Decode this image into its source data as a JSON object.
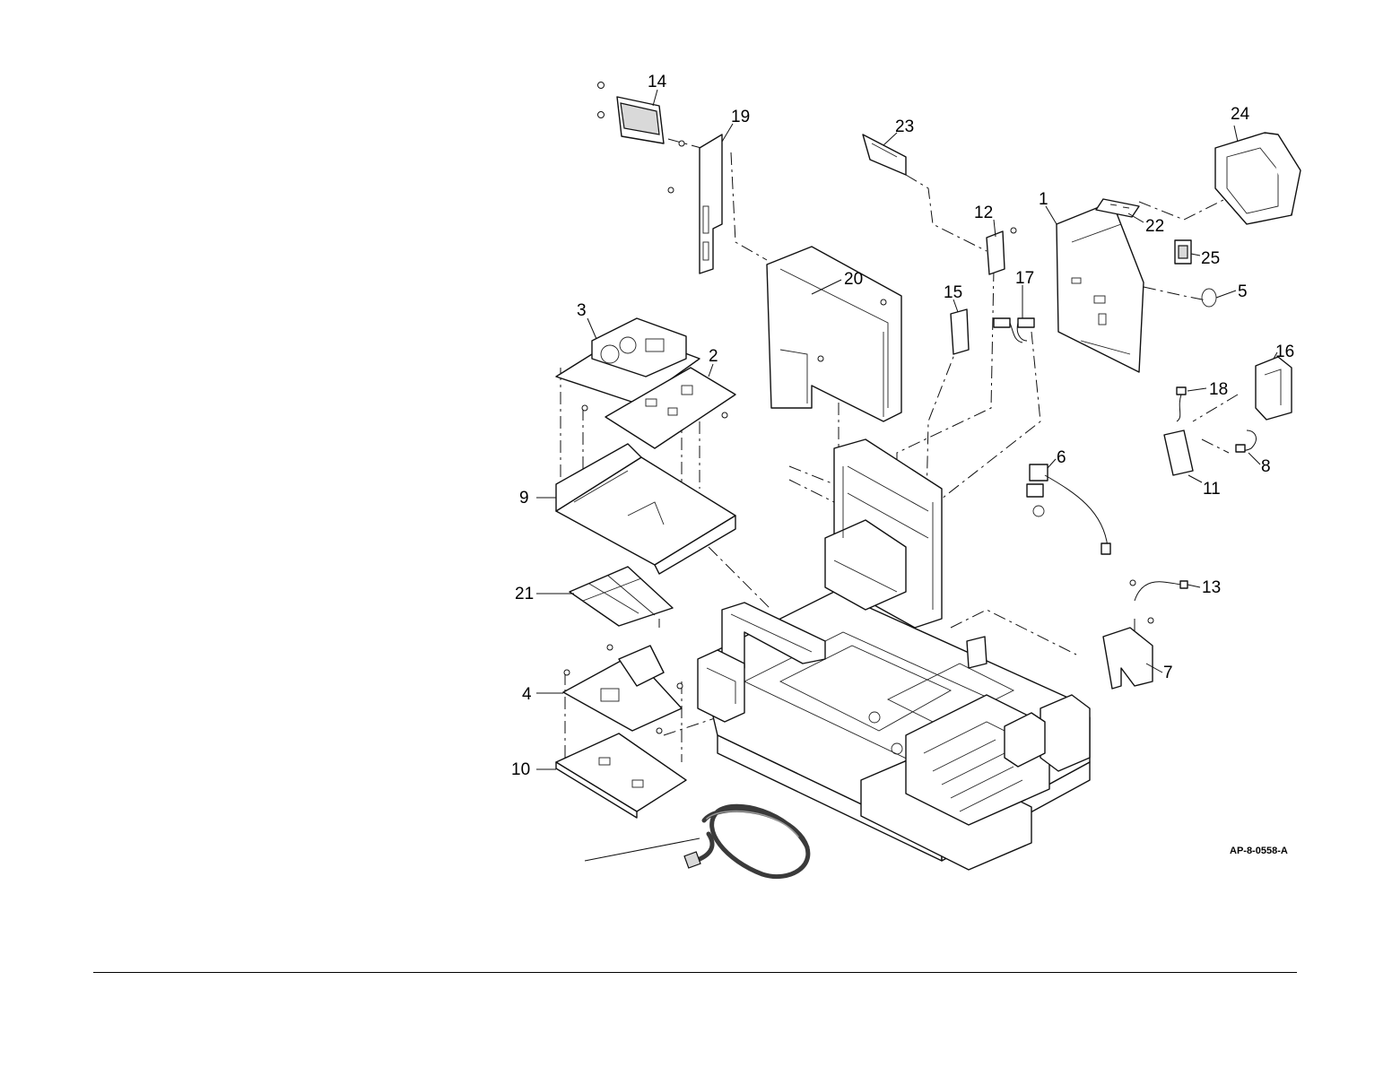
{
  "figure": {
    "reference_code": "AP-8-0558-A",
    "callouts": [
      {
        "id": "p1",
        "label": "1"
      },
      {
        "id": "p2",
        "label": "2"
      },
      {
        "id": "p3",
        "label": "3"
      },
      {
        "id": "p4",
        "label": "4"
      },
      {
        "id": "p5",
        "label": "5"
      },
      {
        "id": "p6",
        "label": "6"
      },
      {
        "id": "p7",
        "label": "7"
      },
      {
        "id": "p8",
        "label": "8"
      },
      {
        "id": "p9",
        "label": "9"
      },
      {
        "id": "p10",
        "label": "10"
      },
      {
        "id": "p11",
        "label": "11"
      },
      {
        "id": "p12",
        "label": "12"
      },
      {
        "id": "p13",
        "label": "13"
      },
      {
        "id": "p14",
        "label": "14"
      },
      {
        "id": "p15",
        "label": "15"
      },
      {
        "id": "p16",
        "label": "16"
      },
      {
        "id": "p17",
        "label": "17"
      },
      {
        "id": "p18",
        "label": "18"
      },
      {
        "id": "p19",
        "label": "19"
      },
      {
        "id": "p20",
        "label": "20"
      },
      {
        "id": "p21",
        "label": "21"
      },
      {
        "id": "p22",
        "label": "22"
      },
      {
        "id": "p23",
        "label": "23"
      },
      {
        "id": "p24",
        "label": "24"
      },
      {
        "id": "p25",
        "label": "25"
      }
    ]
  }
}
